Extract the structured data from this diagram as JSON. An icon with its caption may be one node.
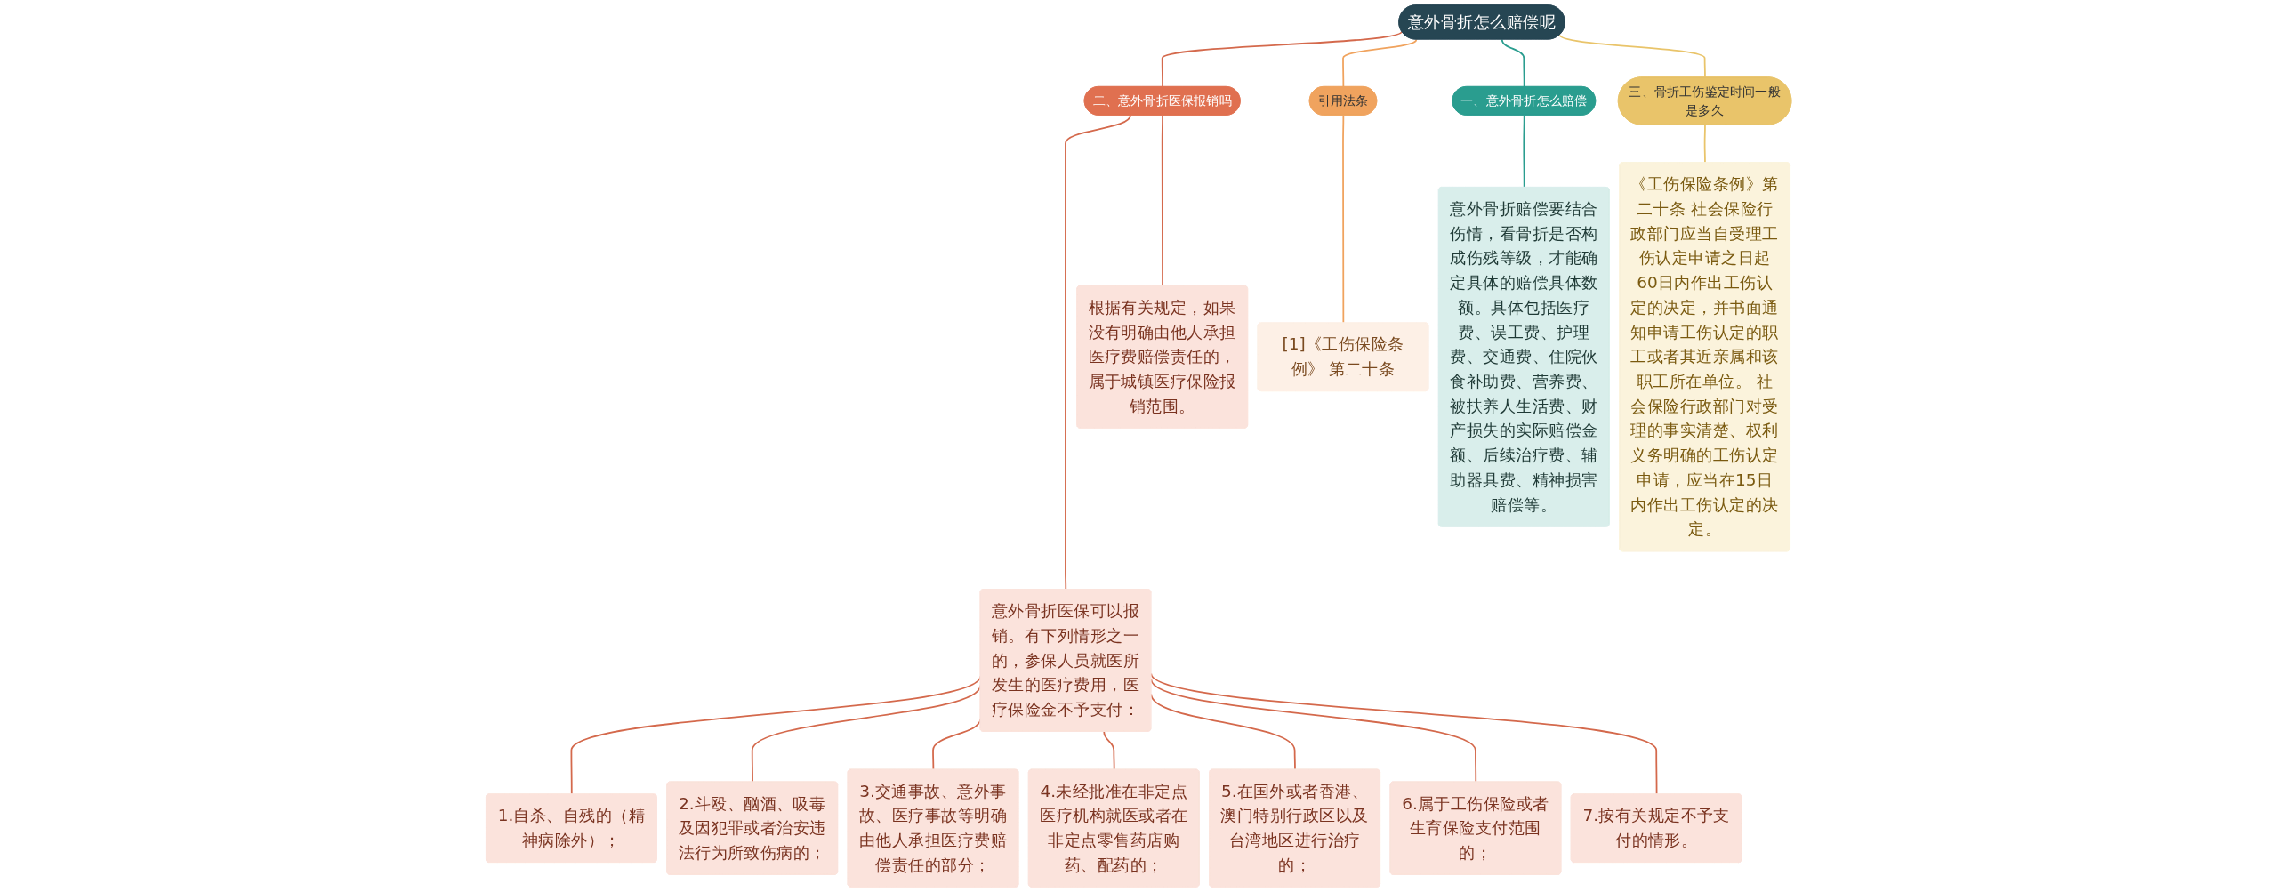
{
  "diagram": {
    "nodes": [
      {
        "text": [
          "意外骨折怎么赔偿呢"
        ]
      },
      {
        "text": [
          "二、意外骨折医保报销吗"
        ]
      },
      {
        "text": [
          "意外骨折医保可以报销。有下列情形之一的，参保人员就医所发生的医疗费用，医疗保险金不予支付："
        ]
      },
      {
        "text": [
          "1.自杀、自残的（精神病除外）；"
        ]
      },
      {
        "text": [
          "2.斗殴、酗酒、吸毒及因犯罪或者治安违法行为所致伤病的；"
        ]
      },
      {
        "text": [
          "3.交通事故、意外事故、医疗事故等明确由他人承担医疗费赔偿责任的部分；"
        ]
      },
      {
        "text": [
          "4.未经批准在非定点医疗机构就医或者在非定点零售药店购药、配药的；"
        ]
      },
      {
        "text": [
          "5.在国外或者香港、澳门特别行政区以及台湾地区进行治疗的；"
        ]
      },
      {
        "text": [
          "6.属于工伤保险或者生育保险支付范围的；"
        ]
      },
      {
        "text": [
          "7.按有关规定不予支付的情形。"
        ]
      },
      {
        "text": [
          "根据有关规定，如果没有明确由他人承担医疗费赔偿责任的，属于城镇医疗保险报销范围。"
        ]
      },
      {
        "text": [
          "引用法条"
        ]
      },
      {
        "text": [
          "[1]《工伤保险条例》 第二十条"
        ]
      },
      {
        "text": [
          "一、意外骨折怎么赔偿"
        ]
      },
      {
        "text": [
          "意外骨折赔偿要结合伤情，看骨折是否构成伤残等级，才能确定具体的赔偿具体数额。具体包括医疗费、误工费、护理费、交通费、住院伙食补助费、营养费、被扶养人生活费、财产损失的实际赔偿金额、后续治疗费、辅助器具费、精神损害赔偿等。"
        ]
      },
      {
        "text": [
          "三、骨折工伤鉴定时间一般是多久"
        ]
      },
      {
        "text": [
          "《工伤保险条例》第二十条 社会保险行政部门应当自受理工伤认定申请之日起60日内作出工伤认定的决定，并书面通知申请工伤认定的职工或者其近亲属和该职工所在单位。 社会保险行政部门对受理的事实清楚、权利义务明确的工伤认定申请，应当在15日内作出工伤认定的决定。"
        ]
      }
    ],
    "edges": [
      {
        "from": 0,
        "to": 1,
        "arrow": "none"
      },
      {
        "from": 1,
        "to": 2,
        "arrow": "none"
      },
      {
        "from": 2,
        "to": 3,
        "arrow": "none"
      },
      {
        "from": 2,
        "to": 4,
        "arrow": "none"
      },
      {
        "from": 2,
        "to": 5,
        "arrow": "none"
      },
      {
        "from": 2,
        "to": 6,
        "arrow": "none"
      },
      {
        "from": 2,
        "to": 7,
        "arrow": "none"
      },
      {
        "from": 2,
        "to": 8,
        "arrow": "none"
      },
      {
        "from": 2,
        "to": 9,
        "arrow": "none"
      },
      {
        "from": 1,
        "to": 10,
        "arrow": "none"
      },
      {
        "from": 0,
        "to": 11,
        "arrow": "none",
        "color": "#f0a35e"
      },
      {
        "from": 11,
        "to": 12,
        "arrow": "none",
        "color": "#f0a35e"
      },
      {
        "from": 0,
        "to": 13,
        "arrow": "none",
        "color": "#2a9d8f"
      },
      {
        "from": 13,
        "to": 14,
        "arrow": "none",
        "color": "#2a9d8f"
      },
      {
        "from": 0,
        "to": 15,
        "arrow": "none",
        "color": "#e9c46a"
      },
      {
        "from": 15,
        "to": 16,
        "arrow": "none",
        "color": "#e9c46a"
      }
    ]
  }
}
